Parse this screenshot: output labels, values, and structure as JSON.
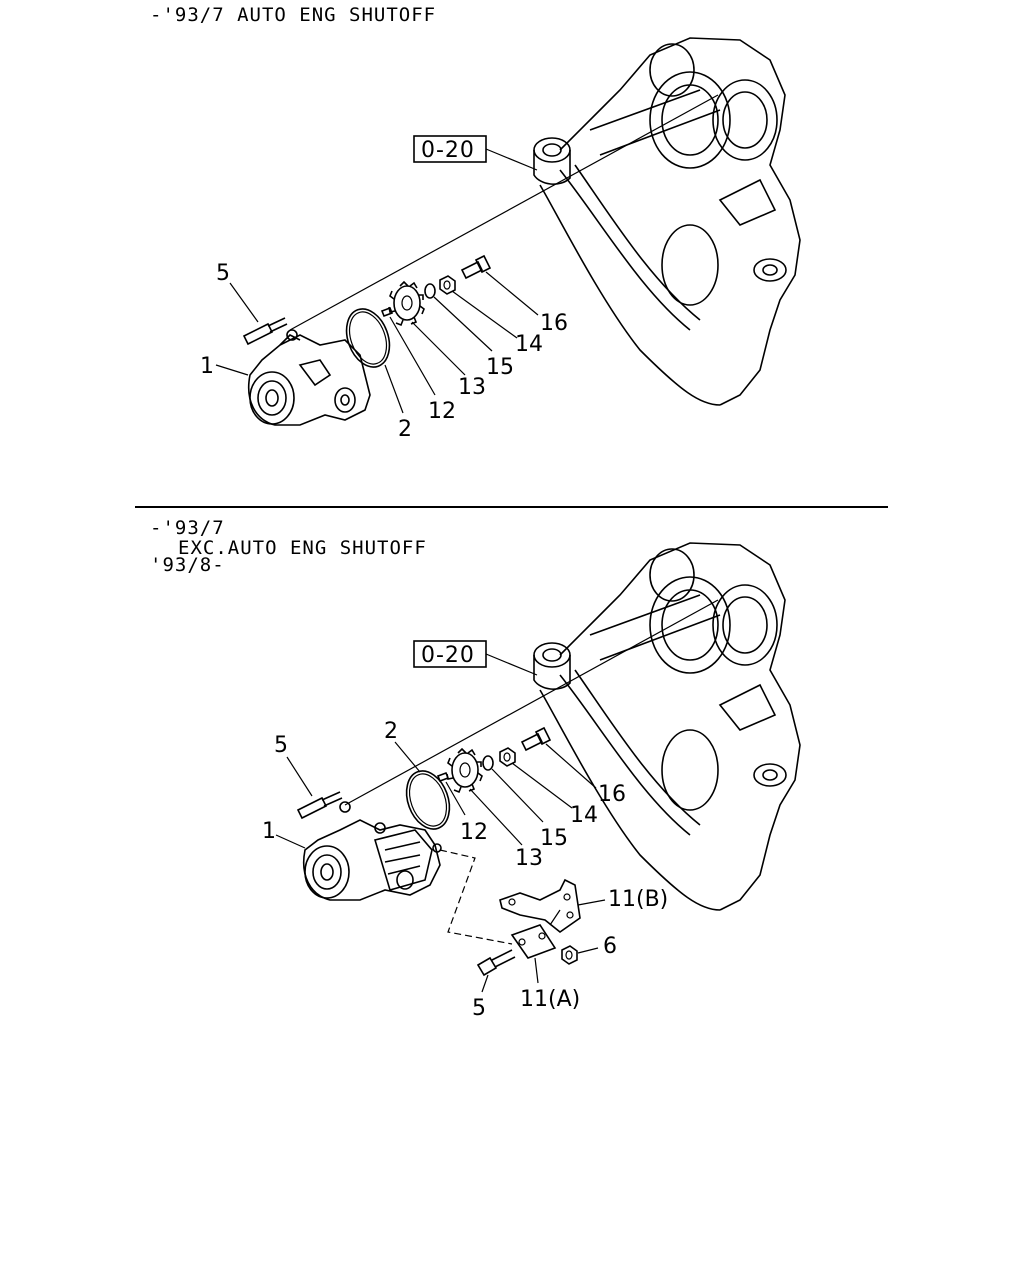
{
  "top_section": {
    "heading": "-'93/7 AUTO ENG SHUTOFF",
    "ref_box": "0-20",
    "callouts": {
      "c5": "5",
      "c1": "1",
      "c2": "2",
      "c12": "12",
      "c13": "13",
      "c15": "15",
      "c14": "14",
      "c16": "16"
    }
  },
  "bottom_section": {
    "heading_line1": "-'93/7",
    "heading_line2": "EXC.AUTO ENG SHUTOFF",
    "heading_line3": "'93/8-",
    "ref_box": "0-20",
    "callouts": {
      "c5a": "5",
      "c2": "2",
      "c1": "1",
      "c12": "12",
      "c13": "13",
      "c15": "15",
      "c14": "14",
      "c16": "16",
      "c11b": "11(B)",
      "c6": "6",
      "c11a": "11(A)",
      "c5b": "5"
    }
  }
}
